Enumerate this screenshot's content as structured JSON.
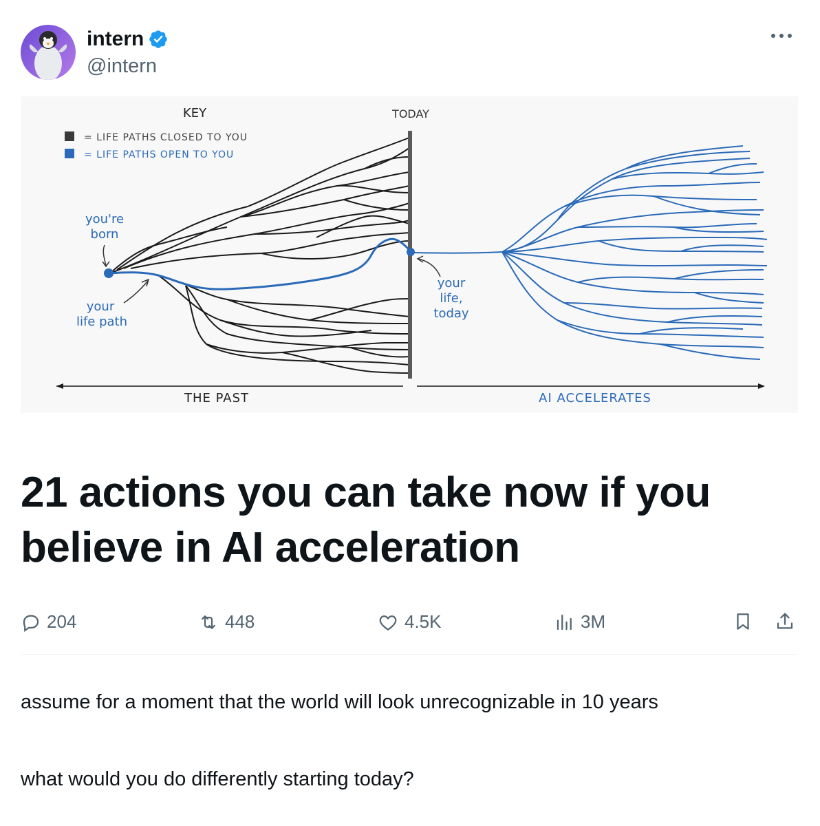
{
  "author": {
    "display_name": "intern",
    "handle": "@intern",
    "avatar_icon": "penguin-avatar-icon",
    "verified_icon": "verified-badge-icon",
    "verified_color": "#1d9bf0"
  },
  "figure": {
    "key_title": "KEY",
    "key_closed": "= LIFE PATHS CLOSED TO YOU",
    "key_open": "= LIFE PATHS OPEN TO YOU",
    "label_today": "TODAY",
    "label_born_1": "you're",
    "label_born_2": "born",
    "label_path_1": "your",
    "label_path_2": "life path",
    "label_today_1": "your",
    "label_today_2": "life,",
    "label_today_3": "today",
    "label_past": "THE PAST",
    "label_future": "AI ACCELERATES",
    "colors": {
      "closed": "#1a1a1a",
      "open": "#2a6ab8"
    }
  },
  "headline": {
    "line1": "21 actions you can take now if you",
    "line2": "believe in AI acceleration"
  },
  "stats": {
    "replies": "204",
    "reposts": "448",
    "likes": "4.5K",
    "views": "3M"
  },
  "body": {
    "paragraph1": "assume for a moment that the world will look unrecognizable in 10 years",
    "paragraph2": "what would you do differently starting today?"
  }
}
